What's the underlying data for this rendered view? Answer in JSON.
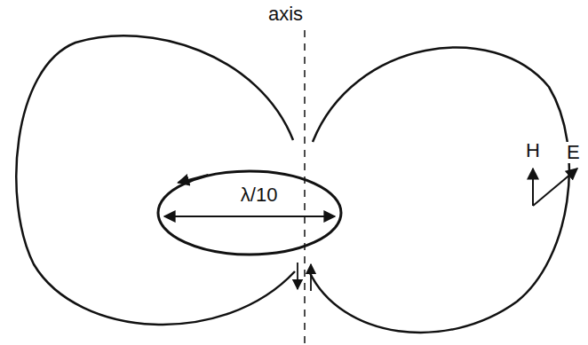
{
  "diagram": {
    "nodes": [
      {
        "text": [
          "λ/10"
        ]
      }
    ],
    "labels": [
      "axis",
      "H",
      "E"
    ]
  }
}
